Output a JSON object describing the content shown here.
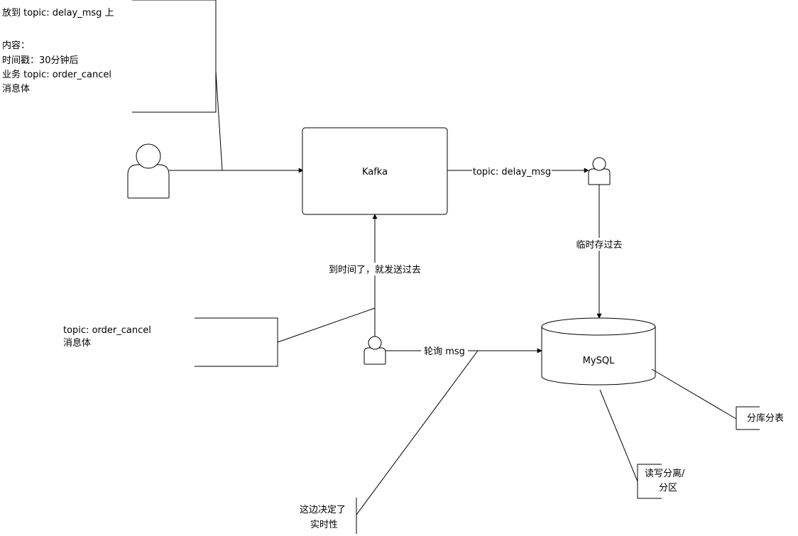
{
  "note_top": {
    "line1": "放到 topic: delay_msg 上",
    "line2": "内容：",
    "line3": "时间戳：30分钟后",
    "line4": "业务 topic: order_cancel",
    "line5": "消息体"
  },
  "kafka": {
    "label": "Kafka"
  },
  "edge_delay_topic": {
    "label": "topic: delay_msg"
  },
  "edge_store": {
    "label": "临时存过去"
  },
  "edge_send_back": {
    "label": "到时间了，就发送过去"
  },
  "mysql": {
    "label": "MySQL"
  },
  "edge_poll": {
    "label": "轮询 msg"
  },
  "note_order_cancel": {
    "line1": "topic: order_cancel",
    "line2": "消息体"
  },
  "note_sharding": {
    "label": "分库分表"
  },
  "note_rw_split": {
    "line1": "读写分离/",
    "line2": "分区"
  },
  "note_realtime": {
    "line1": "这边决定了",
    "line2": "实时性"
  }
}
